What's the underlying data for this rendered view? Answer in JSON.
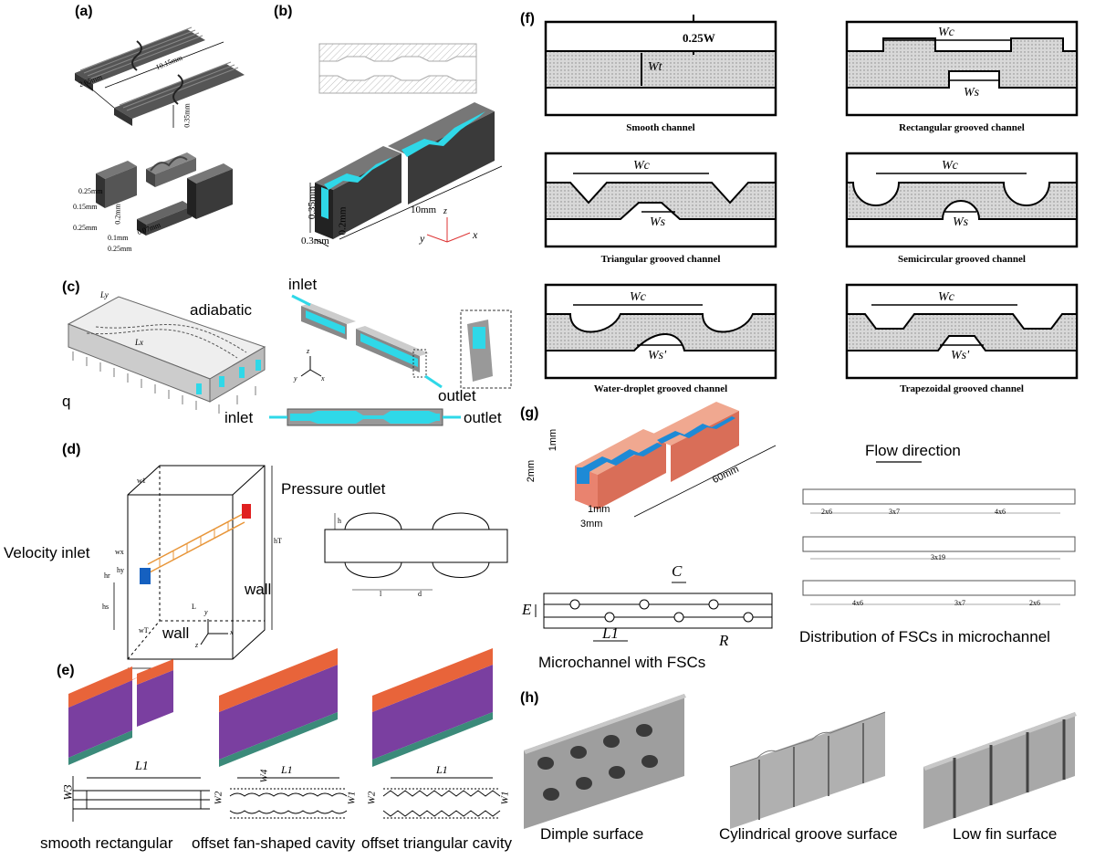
{
  "panels": {
    "a": {
      "label": "(a)",
      "dims": [
        "2.65mm",
        "10.15mm",
        "0.35mm",
        "0.25mm",
        "0.15mm",
        "0.2mm",
        "0.25mm",
        "0.07mm",
        "0.1mm",
        "0.25mm"
      ]
    },
    "b": {
      "label": "(b)",
      "dims": [
        "0.35mm",
        "0.2mm",
        "0.3mm",
        "10mm"
      ],
      "axes": [
        "z",
        "y",
        "x"
      ]
    },
    "c": {
      "label": "(c)",
      "adiabatic": "adiabatic",
      "q": "q",
      "inlet": "inlet",
      "outlet": "outlet",
      "Ly": "Ly",
      "Lx": "Lx",
      "axes": [
        "z",
        "y",
        "x"
      ]
    },
    "d": {
      "label": "(d)",
      "pressure_outlet": "Pressure outlet",
      "velocity_inlet": "Velocity inlet",
      "wall": "wall",
      "dims": [
        "w1",
        "wx",
        "hr",
        "hy",
        "hs",
        "hT",
        "wT",
        "L",
        "h",
        "l",
        "d"
      ],
      "axes": [
        "y",
        "x",
        "z"
      ]
    },
    "e": {
      "label": "(e)",
      "captions": [
        "smooth rectangular",
        "offset fan-shaped cavity",
        "offset triangular cavity"
      ],
      "L1": "L1",
      "W3": "W3",
      "W2": "W2",
      "W4": "W4",
      "W1": "W1"
    },
    "f": {
      "label": "(f)",
      "quarterW": "0.25W",
      "Wt": "Wt",
      "Wc": "Wc",
      "Ws": "Ws",
      "Ws_prime": "Ws'",
      "channels": [
        "Smooth channel",
        "Rectangular grooved channel",
        "Triangular grooved channel",
        "Semicircular grooved channel",
        "Water-droplet grooved channel",
        "Trapezoidal grooved channel"
      ]
    },
    "g": {
      "label": "(g)",
      "dims": [
        "1mm",
        "2mm",
        "1mm",
        "3mm",
        "60mm"
      ],
      "flow": "Flow direction",
      "rows": [
        [
          "2x6",
          "3x7",
          "4x6"
        ],
        [
          "3x19"
        ],
        [
          "4x6",
          "3x7",
          "2x6"
        ]
      ],
      "C": "C",
      "E": "E",
      "L1": "L1",
      "R": "R",
      "caption_left": "Microchannel with FSCs",
      "caption_right": "Distribution of FSCs in microchannel"
    },
    "h": {
      "label": "(h)",
      "captions": [
        "Dimple surface",
        "Cylindrical groove surface",
        "Low fin surface"
      ]
    }
  },
  "colors": {
    "cyan": "#2fd8e8",
    "copper": "#e9836f",
    "purple": "#7a3fa0",
    "orange": "#e8643a",
    "red": "#e02020",
    "blue": "#1560c0",
    "dark": "#3a3a3a",
    "gray": "#9a9a9a",
    "dot": "#d0d0d0"
  }
}
